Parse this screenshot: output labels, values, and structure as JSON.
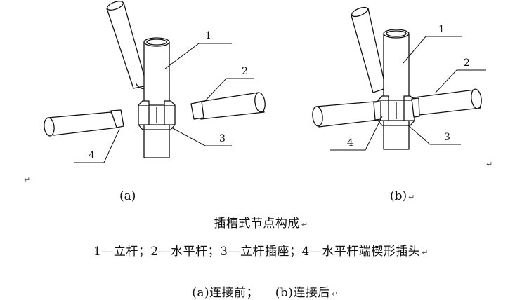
{
  "figure": {
    "callouts": [
      "1",
      "2",
      "3",
      "4"
    ],
    "panel_a_label": "(a)",
    "panel_b_label": "(b)",
    "title": "插槽式节点构成",
    "legend_line": "1—立杆；2—水平杆；3—立杆插座；4—水平杆端楔形插头",
    "sub_caption": "(a)连接前；    (b)连接后",
    "paragraph_mark": "↵"
  }
}
